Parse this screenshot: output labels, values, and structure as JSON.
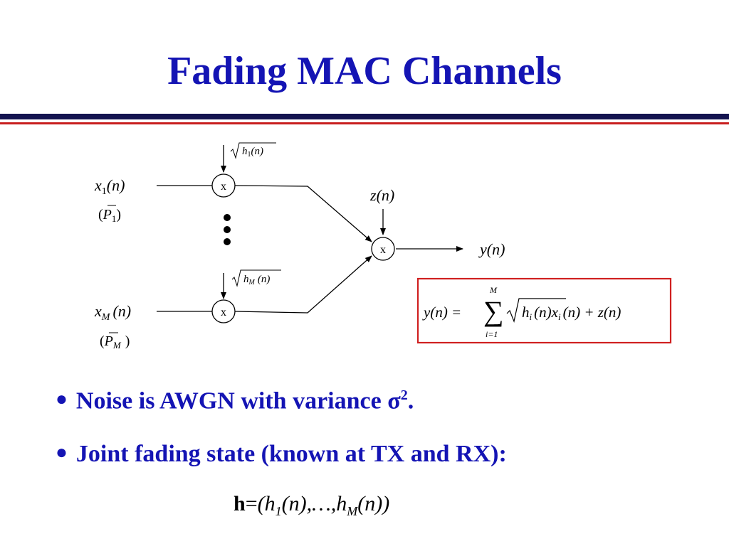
{
  "slide": {
    "title": "Fading MAC Channels",
    "colors": {
      "title": "#1414b4",
      "rule_dark": "#141450",
      "rule_red": "#c81e1e",
      "box": "#d02020"
    }
  },
  "diagram": {
    "input_1": {
      "signal": "x",
      "sub": "1",
      "arg": "(n)",
      "power": "P",
      "power_sub": "1"
    },
    "input_M": {
      "signal": "x",
      "sub": "M",
      "arg": "(n)",
      "power": "P",
      "power_sub": "M"
    },
    "gain_1": {
      "h": "h",
      "sub": "1",
      "arg": "(n)"
    },
    "gain_M": {
      "h": "h",
      "sub": "M",
      "arg": "(n)"
    },
    "multiplier_symbol": "x",
    "noise": {
      "z": "z",
      "arg": "(n)"
    },
    "output": {
      "y": "y",
      "arg": "(n)"
    },
    "equation": {
      "lhs": "y(n) =",
      "sum_upper": "M",
      "sum_lower": "i=1",
      "sqrt_term": "h",
      "sqrt_sub": "i",
      "sqrt_arg": "(n)",
      "x_term": "x",
      "x_sub": "i",
      "x_arg": "(n) + z(n)"
    }
  },
  "bullets": [
    {
      "text": "Noise is AWGN with variance ",
      "symbol": "σ",
      "sup": "2",
      "tail": "."
    },
    {
      "text": "Joint fading state (known at TX and RX):"
    }
  ],
  "fading_state": {
    "bold": "h",
    "eq": "=",
    "open": "(h",
    "sub1": "1",
    "mid": "(n),…,h",
    "subM": "M",
    "close": "(n))"
  }
}
